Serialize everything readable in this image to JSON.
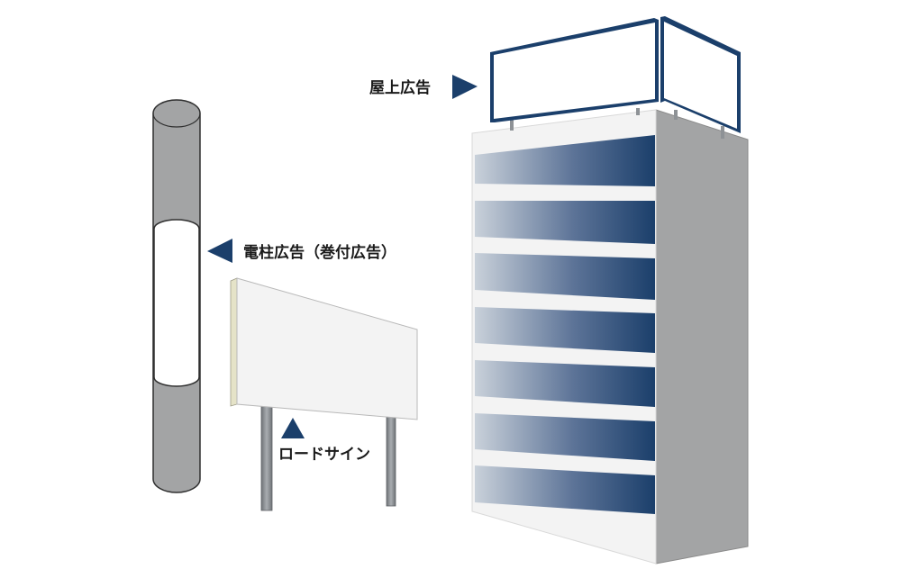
{
  "labels": {
    "rooftop": "屋上広告",
    "pole": "電柱広告（巻付広告）",
    "road_sign": "ロードサイン"
  },
  "colors": {
    "navy": "#1b3f6b",
    "pole_gray": "#a3a4a5",
    "pole_edge": "#2f2f2f",
    "building_side": "#a3a4a5",
    "building_front": "#f3f3f3",
    "band_light": "#c5ced8",
    "band_dark": "#1b3f6b",
    "sign_face": "#f3f3f3",
    "post": "#8e9296"
  }
}
